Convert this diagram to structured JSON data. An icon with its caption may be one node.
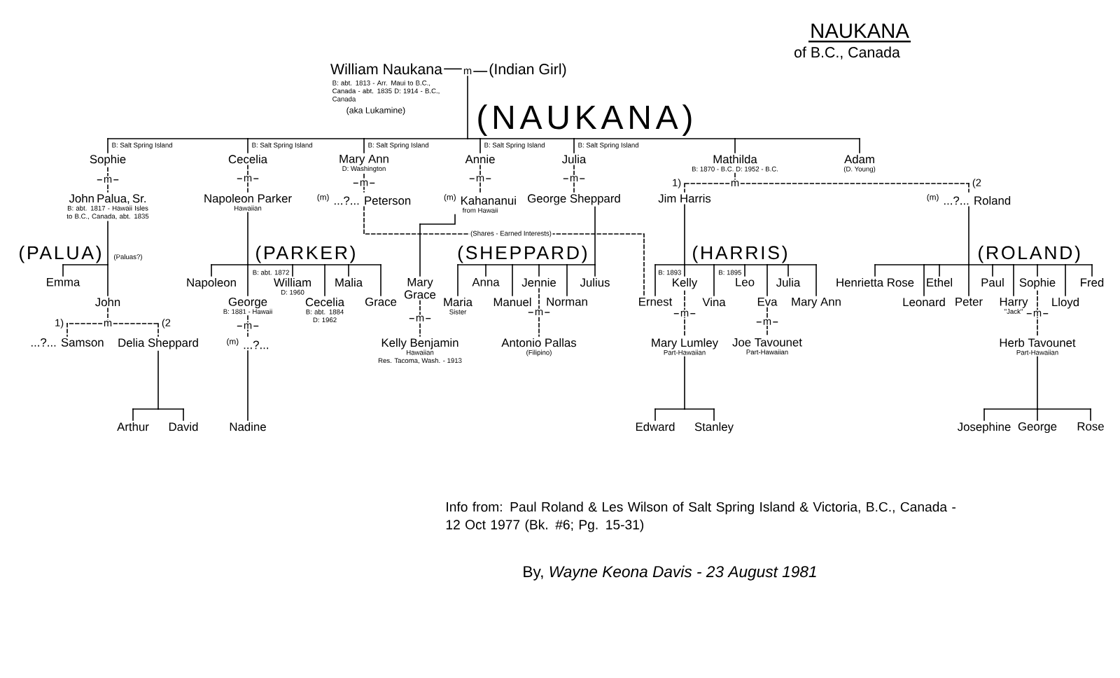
{
  "diagram": {
    "title": "NAUKANA",
    "nodes": [
      {
        "text": [
          "William Naukana"
        ],
        "beside": [
          "B: abt. 1813 - Arr. Maui to B.C., Canada - abt. 1835 D: 1914 - B.C., Canada",
          "(aka Lukamine)"
        ]
      },
      {
        "text": [
          "m"
        ]
      },
      {
        "text": [
          "(Indian Girl)"
        ]
      },
      {
        "text": [
          "Sophie"
        ],
        "beside": [
          "B: Salt Spring Island"
        ]
      },
      {
        "text": [
          "Cecelia"
        ],
        "beside": [
          "B: Salt Spring Island"
        ]
      },
      {
        "text": [
          "Mary Ann",
          "D: Washington"
        ],
        "beside": [
          "B: Salt Spring Island"
        ]
      },
      {
        "text": [
          "Annie"
        ],
        "beside": [
          "B: Salt Spring Island"
        ]
      },
      {
        "text": [
          "Julia"
        ],
        "beside": [
          "B: Salt Spring Island"
        ]
      },
      {
        "text": [
          "Mathilda",
          "B: 1870 - B.C. D: 1952 - B.C."
        ]
      },
      {
        "text": [
          "Adam",
          "(D. Young)"
        ]
      },
      {
        "text": [
          "John Palua, Sr.",
          "B: abt. 1817 - Hawaii Isles to B.C., Canada, abt. 1835"
        ]
      },
      {
        "text": [
          "Napoleon Parker",
          "Hawaiian"
        ]
      },
      {
        "text": [
          "$^{(m)}$ ...?... Peterson"
        ]
      },
      {
        "text": [
          "$^{(m)}$ Kahananui",
          "from Hawaii"
        ]
      },
      {
        "text": [
          "George Sheppard"
        ]
      },
      {
        "text": [
          "Jim Harris"
        ]
      },
      {
        "text": [
          "$^{(m)}$ ...?... Roland"
        ]
      },
      {
        "text": [
          "Emma"
        ]
      },
      {
        "text": [
          "John"
        ]
      },
      {
        "text": [
          "...?... Samson"
        ]
      },
      {
        "text": [
          "Delia Sheppard"
        ]
      },
      {
        "text": [
          "Arthur"
        ]
      },
      {
        "text": [
          "David"
        ]
      },
      {
        "text": [
          "Napoleon"
        ]
      },
      {
        "text": [
          "William",
          "D: 1960"
        ],
        "beside": [
          "B: abt. 1872"
        ]
      },
      {
        "text": [
          "Malia"
        ]
      },
      {
        "text": [
          "George",
          "B: 1881 - Hawaii"
        ]
      },
      {
        "text": [
          "Cecelia",
          "B: abt. 1884 D: 1962"
        ]
      },
      {
        "text": [
          "Grace"
        ]
      },
      {
        "text": [
          "$^{(m)}$ ...?..."
        ]
      },
      {
        "text": [
          "Nadine"
        ]
      },
      {
        "text": [
          "Mary Grace"
        ]
      },
      {
        "text": [
          "Kelly Benjamin",
          "Hawaiian",
          "Res. Tacoma, Wash. - 1913"
        ]
      },
      {
        "text": [
          "Anna"
        ]
      },
      {
        "text": [
          "Jennie"
        ]
      },
      {
        "text": [
          "Julius"
        ]
      },
      {
        "text": [
          "Maria",
          "Sister"
        ]
      },
      {
        "text": [
          "Manuel"
        ]
      },
      {
        "text": [
          "Norman"
        ]
      },
      {
        "text": [
          "Antonio Pallas",
          "(Filipino)"
        ]
      },
      {
        "text": [
          "Kelly"
        ],
        "beside": [
          "B: 1893"
        ]
      },
      {
        "text": [
          "Leo"
        ],
        "beside": [
          "B: 1895"
        ]
      },
      {
        "text": [
          "Julia"
        ]
      },
      {
        "text": [
          "Ernest"
        ]
      },
      {
        "text": [
          "Vina"
        ]
      },
      {
        "text": [
          "Eva"
        ]
      },
      {
        "text": [
          "Mary Ann"
        ]
      },
      {
        "text": [
          "Mary Lumley",
          "Part-Hawaiian"
        ]
      },
      {
        "text": [
          "Joe Tavounet",
          "Part-Hawaiian"
        ]
      },
      {
        "text": [
          "Edward"
        ]
      },
      {
        "text": [
          "Stanley"
        ]
      },
      {
        "text": [
          "Henrietta Rose"
        ]
      },
      {
        "text": [
          "Ethel"
        ]
      },
      {
        "text": [
          "Paul"
        ]
      },
      {
        "text": [
          "Sophie"
        ]
      },
      {
        "text": [
          "Fred"
        ]
      },
      {
        "text": [
          "Leonard"
        ]
      },
      {
        "text": [
          "Peter"
        ]
      },
      {
        "text": [
          "Harry",
          "\"Jack\""
        ]
      },
      {
        "text": [
          "Lloyd"
        ]
      },
      {
        "text": [
          "Herb Tavounet",
          "Part-Hawaiian"
        ]
      },
      {
        "text": [
          "Josephine"
        ]
      },
      {
        "text": [
          "George"
        ]
      },
      {
        "text": [
          "Rose"
        ]
      }
    ],
    "edges": [
      {
        "from": 0,
        "to": 1,
        "arrow": "none"
      },
      {
        "from": 1,
        "to": 2,
        "arrow": "none"
      },
      {
        "from": 1,
        "to": 3,
        "arrow": "none"
      },
      {
        "from": 1,
        "to": 4,
        "arrow": "none"
      },
      {
        "from": 1,
        "to": 5,
        "arrow": "none"
      },
      {
        "from": 1,
        "to": 6,
        "arrow": "none"
      },
      {
        "from": 1,
        "to": 7,
        "arrow": "none"
      },
      {
        "from": 1,
        "to": 8,
        "arrow": "none"
      },
      {
        "from": 1,
        "to": 9,
        "arrow": "none"
      },
      {
        "from": 3,
        "to": 10,
        "arrow": "none",
        "style": "dashed",
        "label": "m"
      },
      {
        "from": 4,
        "to": 11,
        "arrow": "none",
        "style": "dashed",
        "label": "m"
      },
      {
        "from": 5,
        "to": 12,
        "arrow": "none",
        "style": "dashed",
        "label": "m"
      },
      {
        "from": 6,
        "to": 13,
        "arrow": "none",
        "style": "dashed",
        "label": "m"
      },
      {
        "from": 7,
        "to": 14,
        "arrow": "none",
        "style": "dashed",
        "label": "m"
      },
      {
        "from": 8,
        "to": 15,
        "arrow": "none",
        "style": "dashed",
        "label": "1)"
      },
      {
        "from": 8,
        "to": 16,
        "arrow": "none",
        "style": "dashed",
        "label": "(2"
      },
      {
        "from": 10,
        "to": 17,
        "arrow": "none"
      },
      {
        "from": 10,
        "to": 18,
        "arrow": "none"
      },
      {
        "from": 18,
        "to": 19,
        "arrow": "none",
        "style": "dashed",
        "label": "1)"
      },
      {
        "from": 18,
        "to": 20,
        "arrow": "none",
        "style": "dashed",
        "label": "(2"
      },
      {
        "from": 20,
        "to": 21,
        "arrow": "none"
      },
      {
        "from": 20,
        "to": 22,
        "arrow": "none"
      },
      {
        "from": 11,
        "to": 23,
        "arrow": "none"
      },
      {
        "from": 11,
        "to": 24,
        "arrow": "none"
      },
      {
        "from": 11,
        "to": 25,
        "arrow": "none"
      },
      {
        "from": 11,
        "to": 26,
        "arrow": "none"
      },
      {
        "from": 11,
        "to": 27,
        "arrow": "none"
      },
      {
        "from": 11,
        "to": 28,
        "arrow": "none"
      },
      {
        "from": 26,
        "to": 29,
        "arrow": "none",
        "style": "dashed",
        "label": "m"
      },
      {
        "from": 29,
        "to": 30,
        "arrow": "none"
      },
      {
        "from": 13,
        "to": 31,
        "arrow": "none"
      },
      {
        "from": 31,
        "to": 32,
        "arrow": "none",
        "style": "dashed",
        "label": "m"
      },
      {
        "from": 12,
        "to": 43,
        "arrow": "none",
        "style": "dashed",
        "label": "(Shares - Earned Interests)"
      },
      {
        "from": 14,
        "to": 33,
        "arrow": "none"
      },
      {
        "from": 14,
        "to": 34,
        "arrow": "none"
      },
      {
        "from": 14,
        "to": 35,
        "arrow": "none"
      },
      {
        "from": 14,
        "to": 36,
        "arrow": "none"
      },
      {
        "from": 14,
        "to": 37,
        "arrow": "none"
      },
      {
        "from": 14,
        "to": 38,
        "arrow": "none"
      },
      {
        "from": 34,
        "to": 39,
        "arrow": "none",
        "style": "dashed",
        "label": "m"
      },
      {
        "from": 15,
        "to": 40,
        "arrow": "none"
      },
      {
        "from": 15,
        "to": 41,
        "arrow": "none"
      },
      {
        "from": 15,
        "to": 42,
        "arrow": "none"
      },
      {
        "from": 15,
        "to": 43,
        "arrow": "none"
      },
      {
        "from": 15,
        "to": 44,
        "arrow": "none"
      },
      {
        "from": 15,
        "to": 45,
        "arrow": "none"
      },
      {
        "from": 15,
        "to": 46,
        "arrow": "none"
      },
      {
        "from": 40,
        "to": 47,
        "arrow": "none",
        "style": "dashed",
        "label": "m"
      },
      {
        "from": 45,
        "to": 48,
        "arrow": "none",
        "style": "dashed",
        "label": "m"
      },
      {
        "from": 47,
        "to": 49,
        "arrow": "none"
      },
      {
        "from": 47,
        "to": 50,
        "arrow": "none"
      },
      {
        "from": 16,
        "to": 51,
        "arrow": "none"
      },
      {
        "from": 16,
        "to": 52,
        "arrow": "none"
      },
      {
        "from": 16,
        "to": 53,
        "arrow": "none"
      },
      {
        "from": 16,
        "to": 54,
        "arrow": "none"
      },
      {
        "from": 16,
        "to": 55,
        "arrow": "none"
      },
      {
        "from": 16,
        "to": 56,
        "arrow": "none"
      },
      {
        "from": 16,
        "to": 57,
        "arrow": "none"
      },
      {
        "from": 16,
        "to": 58,
        "arrow": "none"
      },
      {
        "from": 16,
        "to": 59,
        "arrow": "none"
      },
      {
        "from": 54,
        "to": 60,
        "arrow": "none",
        "style": "dashed",
        "label": "m"
      },
      {
        "from": 60,
        "to": 61,
        "arrow": "none"
      },
      {
        "from": 60,
        "to": 62,
        "arrow": "none"
      },
      {
        "from": 60,
        "to": 63,
        "arrow": "none"
      }
    ],
    "labels": [
      "of B.C., Canada",
      "(NAUKANA)",
      "m",
      "(PALUA)",
      "(Paluas?)",
      "(PARKER)",
      "(SHEPPARD)",
      "(HARRIS)",
      "(ROLAND)",
      "m",
      "Info from: Paul Roland & Les Wilson of Salt Spring Island & Victoria, B.C., Canada - 12 Oct 1977 (Bk. #6; Pg. 15-31)",
      "By, *Wayne Keona Davis - 23 August 1981*"
    ]
  }
}
